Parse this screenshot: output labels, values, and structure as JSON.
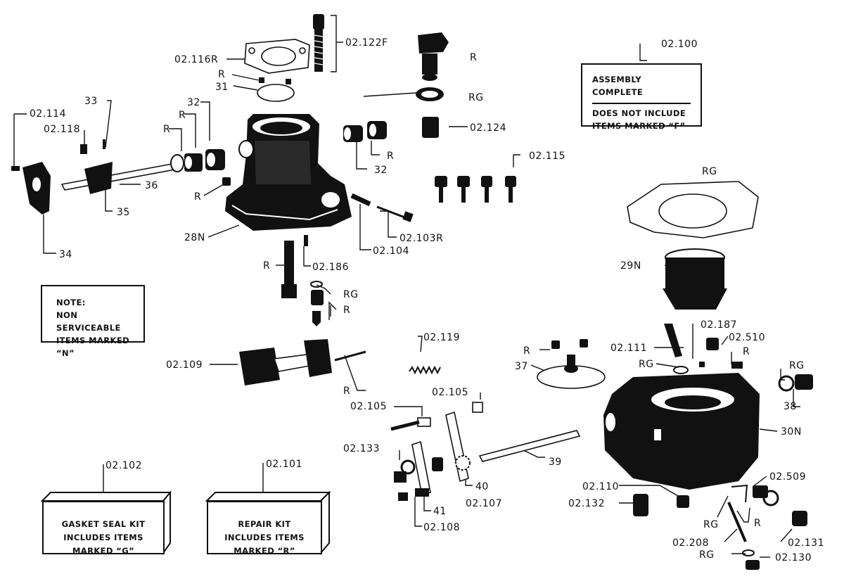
{
  "callouts": {
    "c_02_122F": "02.122F",
    "c_02_116R": "02.116R",
    "c_R_top": "R",
    "c_31": "31",
    "c_33": "33",
    "c_32_left": "32",
    "c_R_left1": "R",
    "c_R_left2": "R",
    "c_02_114": "02.114",
    "c_02_118": "02.118",
    "c_36": "36",
    "c_35": "35",
    "c_34": "34",
    "c_R_body": "R",
    "c_28N": "28N",
    "c_R_valve": "R",
    "c_RG_valve": "RG",
    "c_02_124": "02.124",
    "c_32_mid": "32",
    "c_R_mid": "R",
    "c_02_115": "02.115",
    "c_02_100": "02.100",
    "c_RG_gasket": "RG",
    "c_02_103R": "02.103R",
    "c_02_104": "02.104",
    "c_02_186": "02.186",
    "c_R_needle": "R",
    "c_RG_needle": "RG",
    "c_R_needle2": "R",
    "c_29N": "29N",
    "c_02_109": "02.109",
    "c_R_pin": "R",
    "c_02_119": "02.119",
    "c_02_105a": "02.105",
    "c_02_105b": "02.105",
    "c_02_133": "02.133",
    "c_39": "39",
    "c_40": "40",
    "c_41": "41",
    "c_02_107": "02.107",
    "c_02_108": "02.108",
    "c_02_187": "02.187",
    "c_02_510": "02.510",
    "c_02_111": "02.111",
    "c_R_bowl": "R",
    "c_RG_bowl": "RG",
    "c_R_disc": "R",
    "c_37": "37",
    "c_RG_plug": "RG",
    "c_38": "38",
    "c_30N": "30N",
    "c_02_509": "02.509",
    "c_02_110": "02.110",
    "c_02_132": "02.132",
    "c_R_bottom": "R",
    "c_RG_bottom1": "RG",
    "c_02_208": "02.208",
    "c_RG_bottom2": "RG",
    "c_02_131": "02.131",
    "c_02_130": "02.130",
    "c_02_102": "02.102",
    "c_02_101": "02.101"
  },
  "note_box": {
    "line1": "NOTE:",
    "line2": "NON SERVICEABLE",
    "line3": "ITEMS MARKED “N”"
  },
  "assembly_box": {
    "line1": "ASSEMBLY COMPLETE",
    "line2": "DOES NOT INCLUDE",
    "line3": "ITEMS MARKED “F”"
  },
  "gasket_kit": {
    "line1": "GASKET SEAL KIT",
    "line2": "INCLUDES ITEMS",
    "line3": "MARKED “G”"
  },
  "repair_kit": {
    "line1": "REPAIR KIT",
    "line2": "INCLUDES ITEMS",
    "line3": "MARKED “R”"
  }
}
